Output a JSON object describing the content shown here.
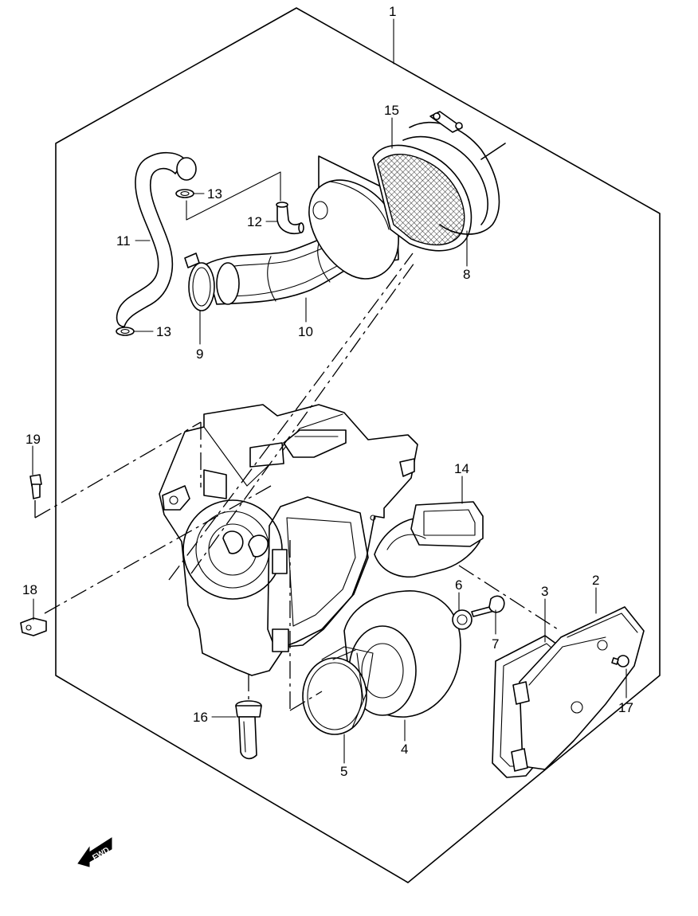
{
  "diagram": {
    "fwd_label": "FWD",
    "callouts": [
      {
        "id": "c1",
        "label": "1"
      },
      {
        "id": "c2",
        "label": "2"
      },
      {
        "id": "c3",
        "label": "3"
      },
      {
        "id": "c4",
        "label": "4"
      },
      {
        "id": "c5",
        "label": "5"
      },
      {
        "id": "c6",
        "label": "6"
      },
      {
        "id": "c7",
        "label": "7"
      },
      {
        "id": "c8",
        "label": "8"
      },
      {
        "id": "c9",
        "label": "9"
      },
      {
        "id": "c10",
        "label": "10"
      },
      {
        "id": "c11",
        "label": "11"
      },
      {
        "id": "c12",
        "label": "12"
      },
      {
        "id": "c13a",
        "label": "13"
      },
      {
        "id": "c13b",
        "label": "13"
      },
      {
        "id": "c14",
        "label": "14"
      },
      {
        "id": "c15",
        "label": "15"
      },
      {
        "id": "c16",
        "label": "16"
      },
      {
        "id": "c17",
        "label": "17"
      },
      {
        "id": "c18",
        "label": "18"
      },
      {
        "id": "c19",
        "label": "19"
      }
    ]
  }
}
